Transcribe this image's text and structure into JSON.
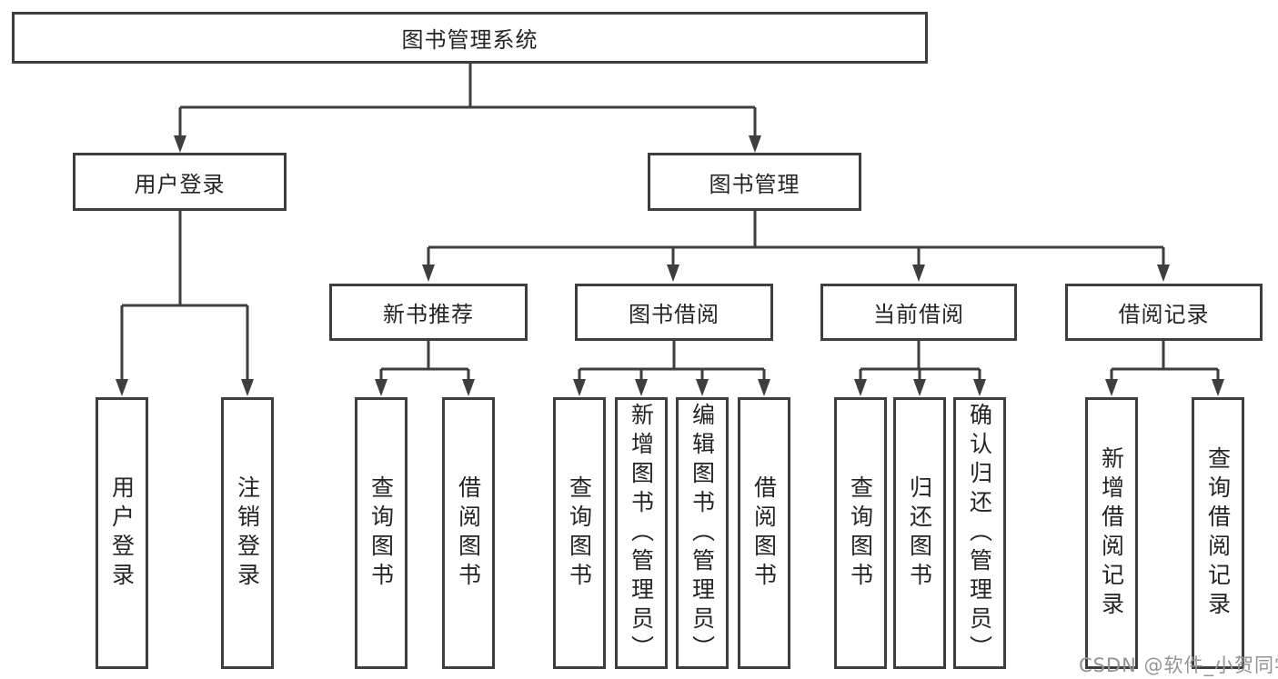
{
  "tree": {
    "root": "图书管理系统",
    "branches": [
      {
        "label": "用户登录",
        "children": [
          "用户登录",
          "注销登录"
        ]
      },
      {
        "label": "图书管理",
        "groups": [
          {
            "label": "新书推荐",
            "children": [
              "查询图书",
              "借阅图书"
            ]
          },
          {
            "label": "图书借阅",
            "children": [
              "查询图书",
              "新增图书（管理员）",
              "编辑图书（管理员）",
              "借阅图书"
            ]
          },
          {
            "label": "当前借阅",
            "children": [
              "查询图书",
              "归还图书",
              "确认归还（管理员）"
            ]
          },
          {
            "label": "借阅记录",
            "children": [
              "新增借阅记录",
              "查询借阅记录"
            ]
          }
        ]
      }
    ]
  },
  "watermark": "CSDN @软件_小贺同学",
  "colors": {
    "line": "#3e3e3e",
    "text": "#242424",
    "background": "#ffffff",
    "watermark": "#949494"
  }
}
